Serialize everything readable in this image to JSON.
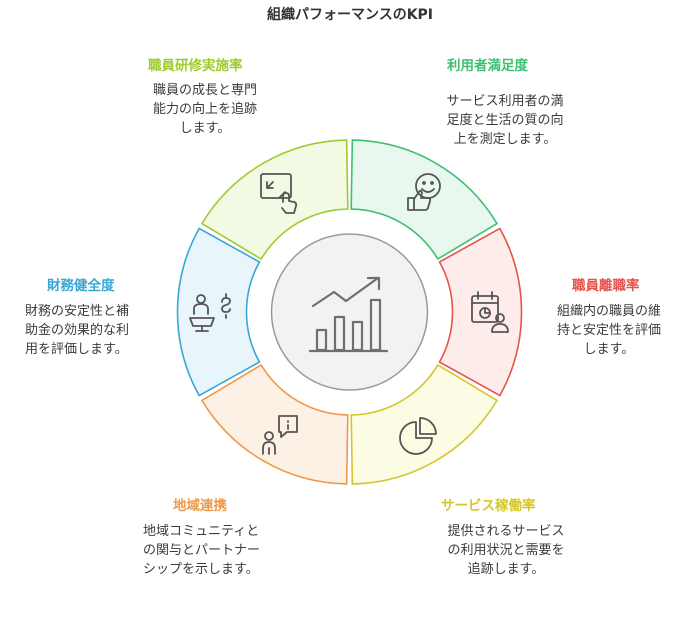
{
  "title": "組織パフォーマンスのKPI",
  "segments": [
    {
      "key": "satisfaction",
      "label": "利用者満足度",
      "description": "サービス利用者の満\n足度と生活の質の向\n上を測定します。",
      "color": "#3fbf73",
      "fill": "#e9f8ee",
      "icon": "smiley-thumbs-up-icon"
    },
    {
      "key": "turnover",
      "label": "職員離職率",
      "description": "組織内の職員の維\n持と安定性を評価\nします。",
      "color": "#e5534b",
      "fill": "#fdecea",
      "icon": "calendar-person-icon"
    },
    {
      "key": "utilization",
      "label": "サービス稼働率",
      "description": "提供されるサービス\nの利用状況と需要を\n追跡します。",
      "color": "#d4c72e",
      "fill": "#fcfbe3",
      "icon": "pie-chart-icon"
    },
    {
      "key": "community",
      "label": "地域連携",
      "description": "地域コミュニティと\nの関与とパートナー\nシップを示します。",
      "color": "#ef9a4a",
      "fill": "#fdf0e4",
      "icon": "person-info-icon"
    },
    {
      "key": "financial",
      "label": "財務健全度",
      "description": "財務の安定性と補\n助金の効果的な利\n用を評価します。",
      "color": "#3aa6d6",
      "fill": "#e8f5fb",
      "icon": "balance-money-icon"
    },
    {
      "key": "training",
      "label": "職員研修実施率",
      "description": "職員の成長と専門\n能力の向上を追跡\nします。",
      "color": "#9fcb2f",
      "fill": "#f3fae4",
      "icon": "expand-touch-icon"
    }
  ],
  "center_icon": "chart-growth-icon"
}
